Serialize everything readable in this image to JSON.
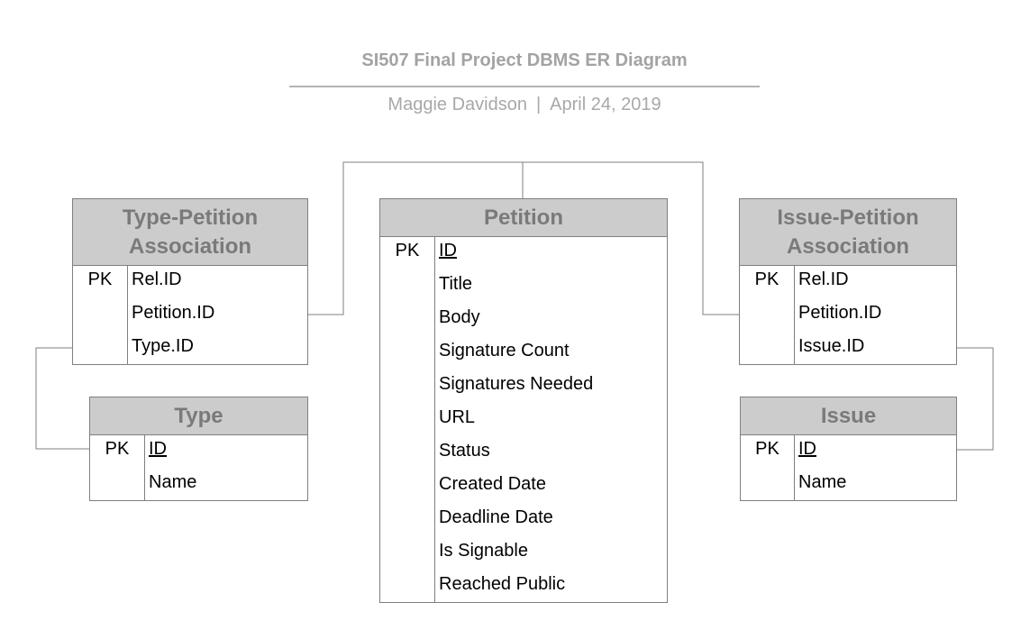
{
  "diagram": {
    "title": "SI507 Final Project DBMS ER Diagram",
    "author": "Maggie Davidson",
    "separator": "|",
    "date": "April 24, 2019"
  },
  "entities": {
    "type_petition": {
      "title_line1": "Type-Petition",
      "title_line2": "Association",
      "rows": [
        {
          "key": "PK",
          "field": "Rel.ID"
        },
        {
          "key": "",
          "field": "Petition.ID"
        },
        {
          "key": "",
          "field": "Type.ID"
        }
      ]
    },
    "type": {
      "title": "Type",
      "rows": [
        {
          "key": "PK",
          "field": "ID"
        },
        {
          "key": "",
          "field": "Name"
        }
      ]
    },
    "petition": {
      "title": "Petition",
      "rows": [
        {
          "key": "PK",
          "field": "ID"
        },
        {
          "key": "",
          "field": "Title"
        },
        {
          "key": "",
          "field": "Body"
        },
        {
          "key": "",
          "field": "Signature Count"
        },
        {
          "key": "",
          "field": "Signatures Needed"
        },
        {
          "key": "",
          "field": "URL"
        },
        {
          "key": "",
          "field": "Status"
        },
        {
          "key": "",
          "field": "Created Date"
        },
        {
          "key": "",
          "field": "Deadline Date"
        },
        {
          "key": "",
          "field": "Is Signable"
        },
        {
          "key": "",
          "field": "Reached Public"
        }
      ]
    },
    "issue_petition": {
      "title_line1": "Issue-Petition",
      "title_line2": "Association",
      "rows": [
        {
          "key": "PK",
          "field": "Rel.ID"
        },
        {
          "key": "",
          "field": "Petition.ID"
        },
        {
          "key": "",
          "field": "Issue.ID"
        }
      ]
    },
    "issue": {
      "title": "Issue",
      "rows": [
        {
          "key": "PK",
          "field": "ID"
        },
        {
          "key": "",
          "field": "Name"
        }
      ]
    }
  },
  "relationships": [
    {
      "from": "Type-Petition Association",
      "to": "Petition"
    },
    {
      "from": "Issue-Petition Association",
      "to": "Petition"
    },
    {
      "from": "Type-Petition Association",
      "to": "Type"
    },
    {
      "from": "Issue-Petition Association",
      "to": "Issue"
    }
  ],
  "colors": {
    "header_fill": "#cccccc",
    "border": "#7f7f7f",
    "header_text": "#7a7a7a",
    "title_text": "#a3a3a3"
  }
}
